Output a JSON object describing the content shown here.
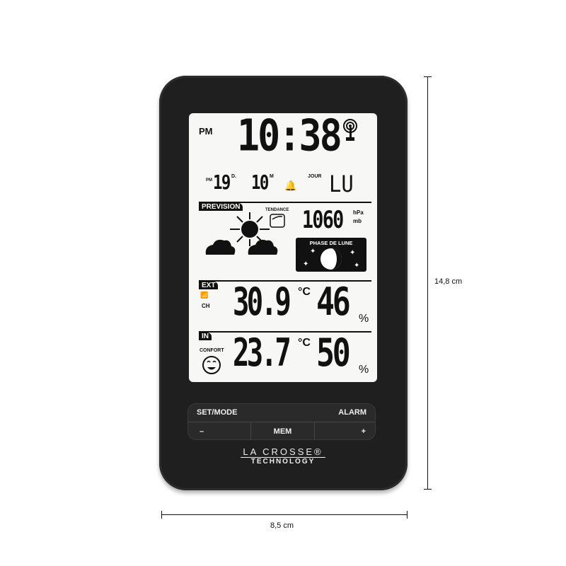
{
  "display": {
    "clock": {
      "ampm": "PM",
      "time": "10:38"
    },
    "alarm": {
      "ampm": "PM",
      "day": "19",
      "day_unit": "D.",
      "month": "10",
      "month_unit": "M",
      "weekday_label": "JOUR",
      "weekday": "LU"
    },
    "forecast": {
      "label": "PREVISION",
      "trend_label": "TENDANCE",
      "pressure": "1060",
      "pressure_units": [
        "hPa",
        "mb"
      ],
      "moon_label": "PHASE DE LUNE"
    },
    "outdoor": {
      "label": "EXT",
      "channel_label": "CH",
      "temperature": "30.9",
      "temp_unit": "°C",
      "humidity": "46",
      "humidity_unit": "%"
    },
    "indoor": {
      "label": "IN",
      "comfort_label": "CONFORT",
      "temperature": "23.7",
      "temp_unit": "°C",
      "humidity": "50",
      "humidity_unit": "%"
    }
  },
  "buttons": {
    "set_mode": "SET/MODE",
    "alarm": "ALARM",
    "minus": "–",
    "mem": "MEM",
    "plus": "+"
  },
  "brand": {
    "line1": "LA CROSSE®",
    "line2": "TECHNOLOGY"
  },
  "dimensions": {
    "height": "14,8 cm",
    "width": "8,5 cm"
  }
}
